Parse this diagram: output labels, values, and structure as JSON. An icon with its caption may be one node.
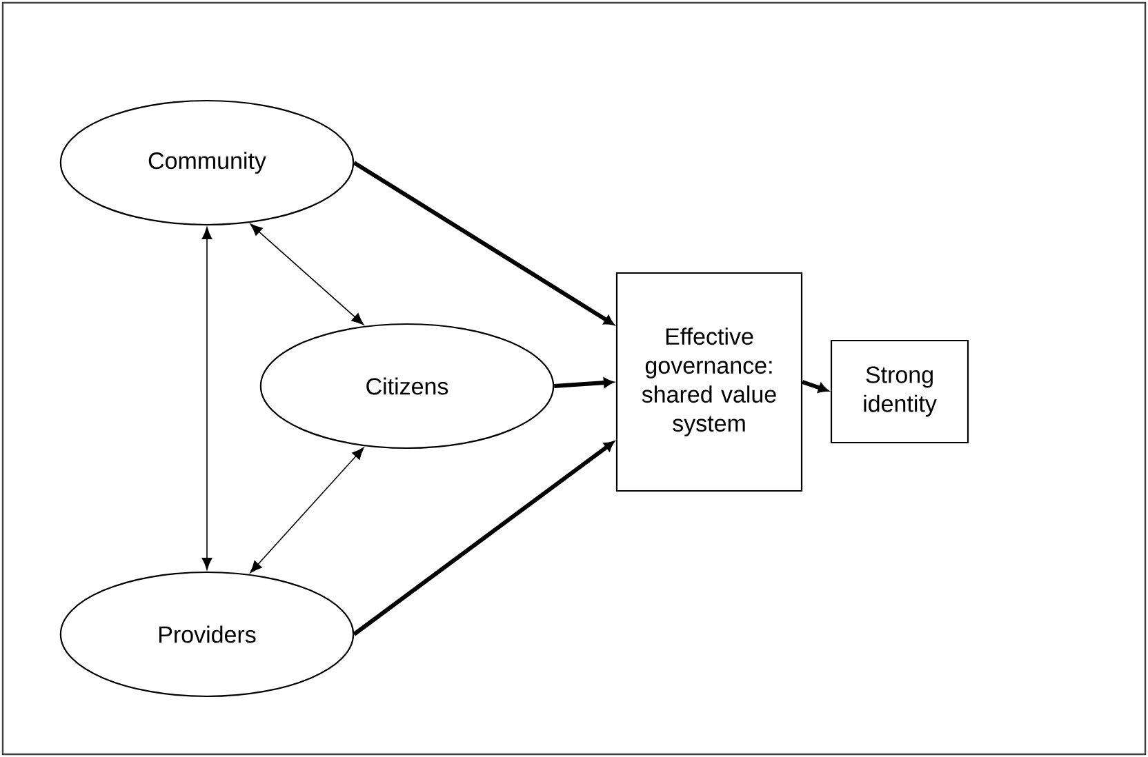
{
  "diagram": {
    "nodes": [
      {
        "text": [
          "Community"
        ]
      },
      {
        "text": [
          "Citizens"
        ]
      },
      {
        "text": [
          "Providers"
        ]
      },
      {
        "text": [
          "Effective governance: shared value system"
        ]
      },
      {
        "text": [
          "Strong identity"
        ]
      }
    ],
    "edges": [
      {
        "from": 0,
        "to": 3,
        "arrow": "to"
      },
      {
        "from": 1,
        "to": 3,
        "arrow": "to"
      },
      {
        "from": 2,
        "to": 3,
        "arrow": "to"
      },
      {
        "from": 3,
        "to": 4,
        "arrow": "to"
      },
      {
        "from": 0,
        "to": 2,
        "arrow": "both"
      },
      {
        "from": 0,
        "to": 1,
        "arrow": "both"
      },
      {
        "from": 1,
        "to": 2,
        "arrow": "both"
      }
    ]
  }
}
